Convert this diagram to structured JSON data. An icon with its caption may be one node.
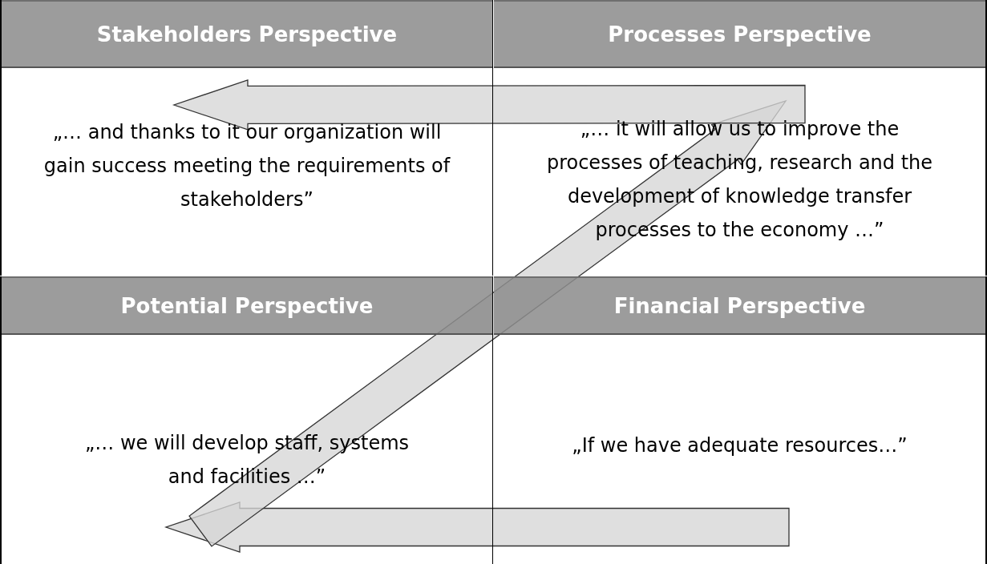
{
  "diagram": {
    "nodes": [
      {
        "text": [
          "Stakeholders Perspective",
          "„… and thanks to it our organization will gain success meeting the requirements of stakeholders”"
        ]
      },
      {
        "text": [
          "Processes Perspective",
          "„… it will allow us to improve the processes of teaching, research and the development of knowledge transfer processes to the economy …”"
        ]
      },
      {
        "text": [
          "Potential Perspective",
          "„… we will develop staff, systems and facilities …”"
        ]
      },
      {
        "text": [
          "Financial Perspective",
          "„If we have adequate resources…”"
        ]
      }
    ],
    "edges": [
      {
        "from": 3,
        "to": 2,
        "arrow": "to"
      },
      {
        "from": 2,
        "to": 1,
        "arrow": "to"
      },
      {
        "from": 1,
        "to": 0,
        "arrow": "to"
      }
    ]
  }
}
